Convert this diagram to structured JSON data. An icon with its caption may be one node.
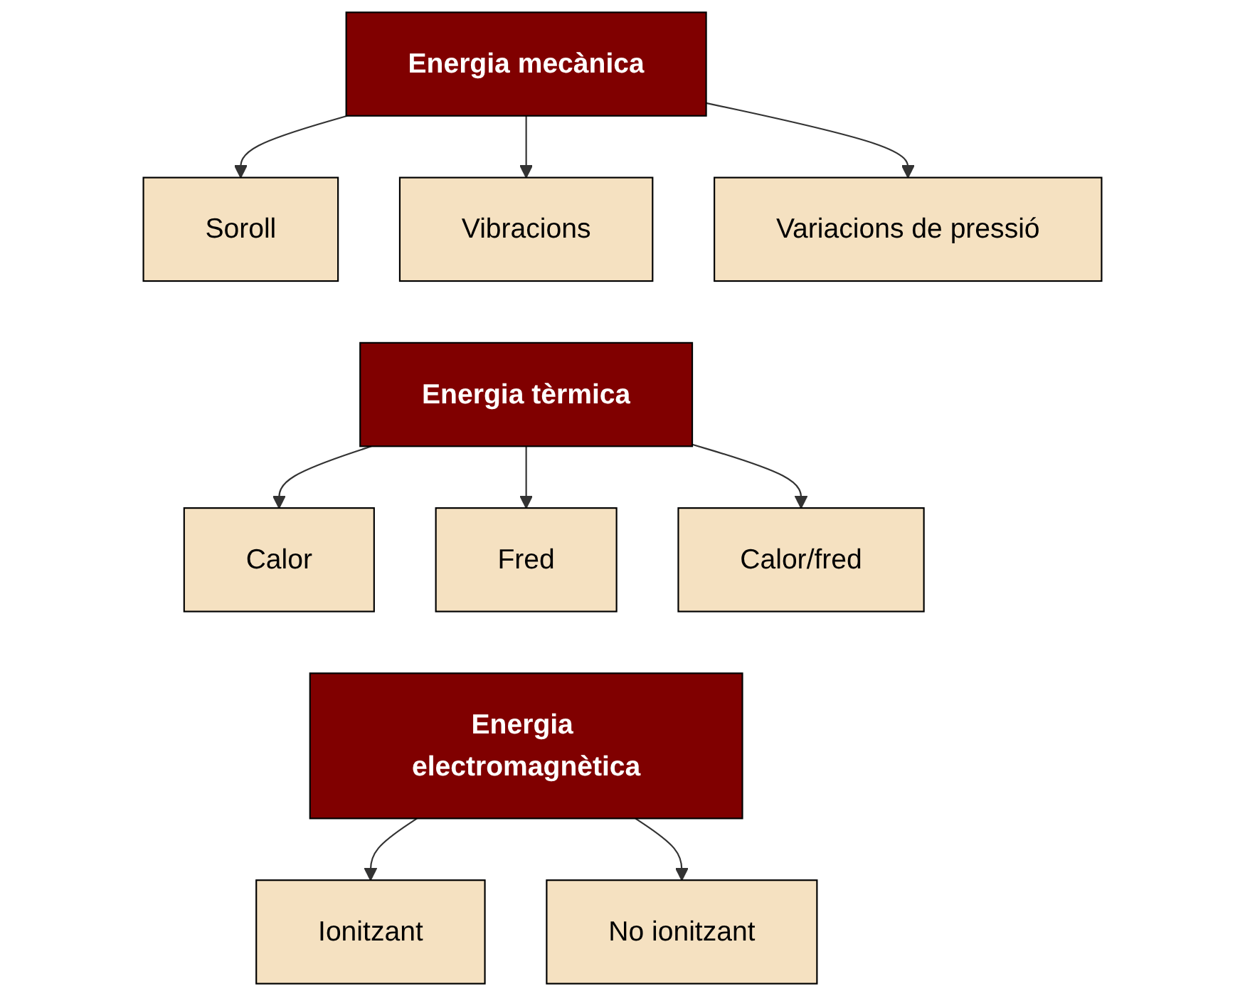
{
  "diagram": {
    "nodes": [
      {
        "text": [
          "Energia mecànica"
        ]
      },
      {
        "text": [
          "Soroll"
        ]
      },
      {
        "text": [
          "Vibracions"
        ]
      },
      {
        "text": [
          "Variacions de pressió"
        ]
      },
      {
        "text": [
          "Energia tèrmica"
        ]
      },
      {
        "text": [
          "Calor"
        ]
      },
      {
        "text": [
          "Fred"
        ]
      },
      {
        "text": [
          "Calor/fred"
        ]
      },
      {
        "text": [
          "Energia electromagnètica"
        ]
      },
      {
        "text": [
          "Ionitzant"
        ]
      },
      {
        "text": [
          "No ionitzant"
        ]
      }
    ],
    "edges": [
      {
        "from": 0,
        "to": 1,
        "arrow": "to"
      },
      {
        "from": 0,
        "to": 2,
        "arrow": "to"
      },
      {
        "from": 0,
        "to": 3,
        "arrow": "to"
      },
      {
        "from": 4,
        "to": 5,
        "arrow": "to"
      },
      {
        "from": 4,
        "to": 6,
        "arrow": "to"
      },
      {
        "from": 4,
        "to": 7,
        "arrow": "to"
      },
      {
        "from": 8,
        "to": 9,
        "arrow": "to"
      },
      {
        "from": 8,
        "to": 10,
        "arrow": "to"
      }
    ]
  }
}
